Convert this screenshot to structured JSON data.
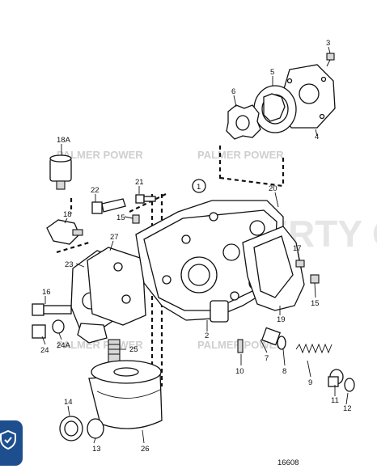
{
  "diagram": {
    "drawing_number": "16608",
    "group_number": "1",
    "watermarks": [
      "PALMER POWER",
      "PALMER POWER",
      "PALMER POWER",
      "PALMER POWER"
    ],
    "watermark_large": "PROPERTY OF",
    "part_labels": {
      "p1": "1",
      "p2": "2",
      "p3": "3",
      "p4": "4",
      "p5": "5",
      "p6": "6",
      "p7": "7",
      "p8": "8",
      "p9": "9",
      "p10": "10",
      "p11": "11",
      "p12": "12",
      "p13": "13",
      "p14": "14",
      "p15a": "15",
      "p15b": "15",
      "p16": "16",
      "p17": "17",
      "p18": "18",
      "p18a": "18A",
      "p19": "19",
      "p20": "20",
      "p21": "21",
      "p22": "22",
      "p23": "23",
      "p24": "24",
      "p24a": "24A",
      "p25": "25",
      "p26": "26",
      "p27": "27"
    }
  },
  "badge": {
    "icon": "shield-check-icon",
    "color": "#1d4f8f"
  }
}
